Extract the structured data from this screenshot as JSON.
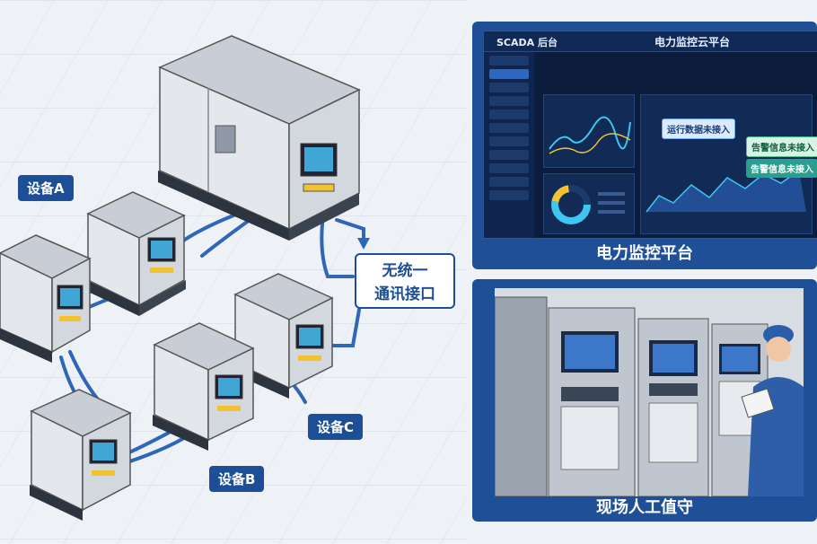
{
  "labels": {
    "device_a": "设备A",
    "device_b": "设备B",
    "device_c": "设备C"
  },
  "interface_note": {
    "line1": "无统一",
    "line2": "通讯接口"
  },
  "scada_panel": {
    "brand": "SCADA 后台",
    "title": "电力监控云平台",
    "tag_operation": "运行数据未接入",
    "tag_alarm_1": "告警信息未接入",
    "tag_alarm_2": "告警信息未接入",
    "caption": "电力监控平台"
  },
  "field_panel": {
    "caption": "现场人工值守"
  },
  "colors": {
    "brand_blue": "#1d4f96",
    "screen_bg": "#0b1c3d",
    "accent_cyan": "#3fc6f0",
    "accent_yellow": "#f2c230"
  }
}
